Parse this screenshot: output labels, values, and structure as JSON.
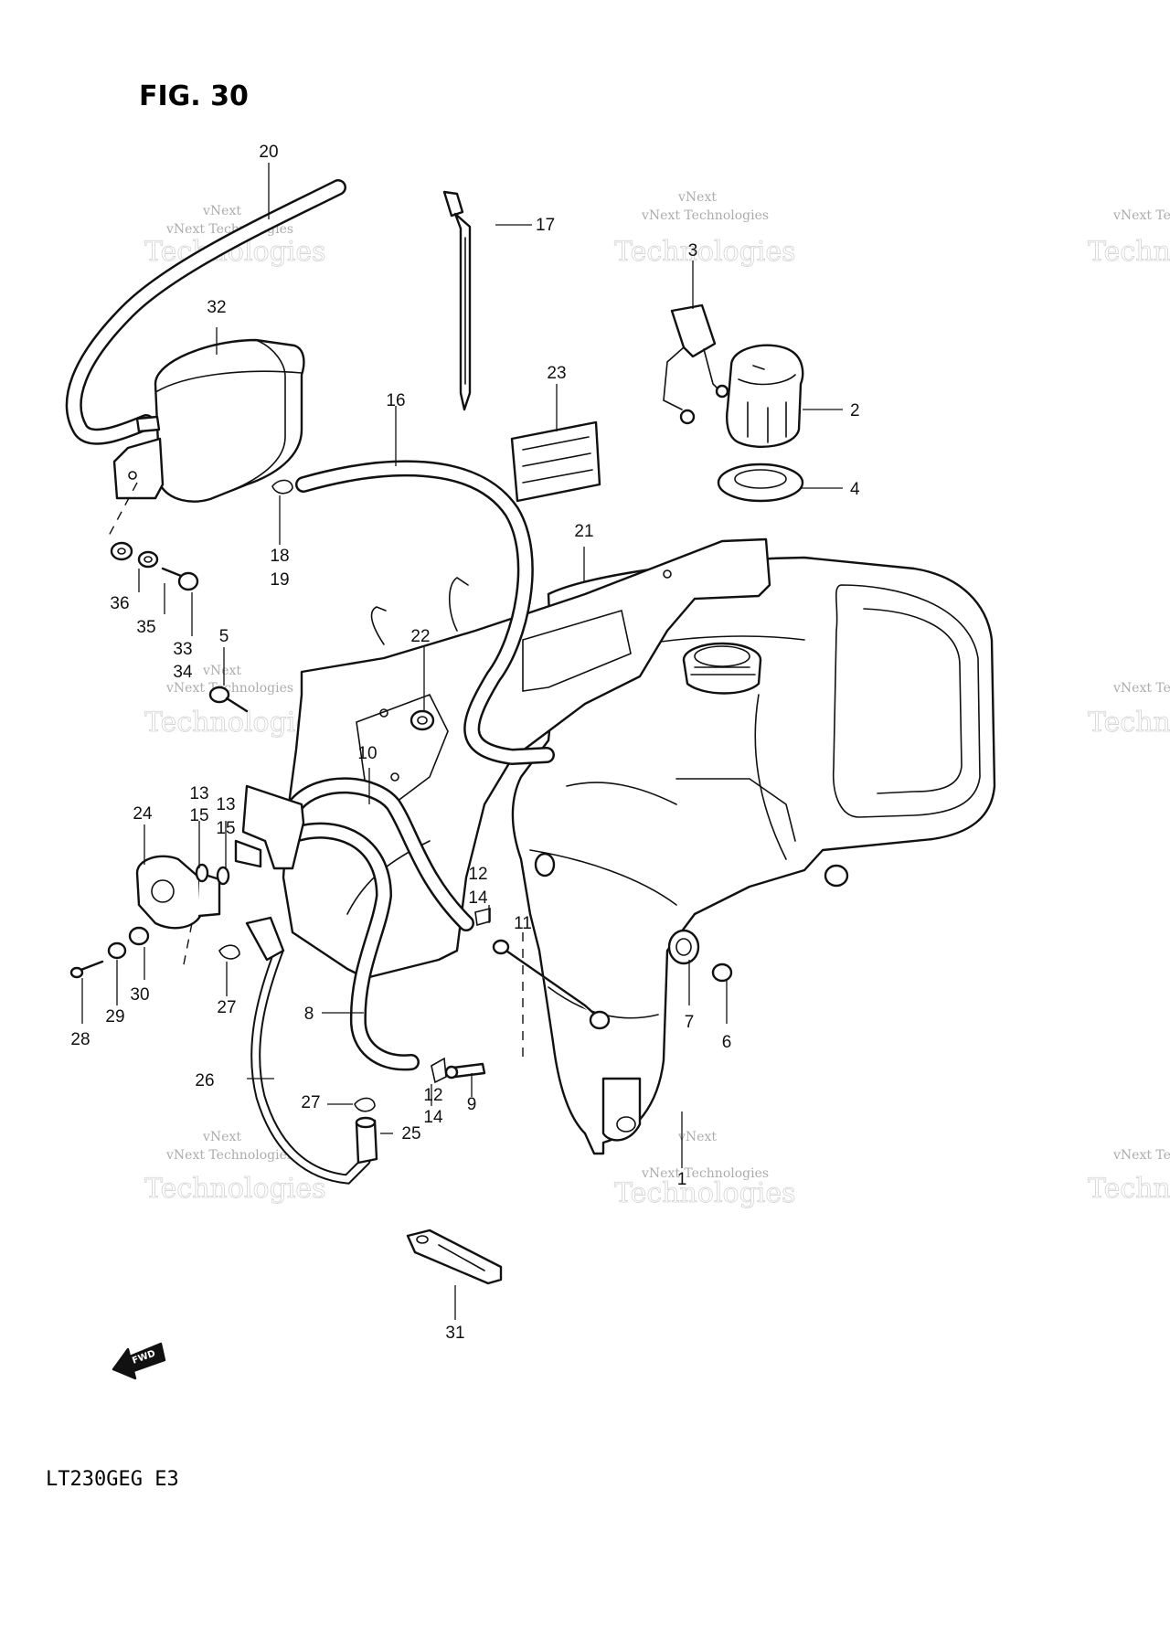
{
  "figure": {
    "title": "FIG. 30",
    "model": "LT230GEG  E3",
    "direction_badge": "FWD"
  },
  "watermark": {
    "line1": "vNext Technologies",
    "line2": "Technologies",
    "top_word": "vNext"
  },
  "callouts": [
    {
      "id": "c20",
      "text": "20"
    },
    {
      "id": "c17",
      "text": "17"
    },
    {
      "id": "c3",
      "text": "3"
    },
    {
      "id": "c32",
      "text": "32"
    },
    {
      "id": "c2",
      "text": "2"
    },
    {
      "id": "c23",
      "text": "23"
    },
    {
      "id": "c16",
      "text": "16"
    },
    {
      "id": "c4",
      "text": "4"
    },
    {
      "id": "c18",
      "text": "18"
    },
    {
      "id": "c19",
      "text": "19"
    },
    {
      "id": "c21",
      "text": "21"
    },
    {
      "id": "c36",
      "text": "36"
    },
    {
      "id": "c35",
      "text": "35"
    },
    {
      "id": "c33",
      "text": "33"
    },
    {
      "id": "c34",
      "text": "34"
    },
    {
      "id": "c5",
      "text": "5"
    },
    {
      "id": "c22",
      "text": "22"
    },
    {
      "id": "c10",
      "text": "10"
    },
    {
      "id": "c13a",
      "text": "13"
    },
    {
      "id": "c15a",
      "text": "15"
    },
    {
      "id": "c13b",
      "text": "13"
    },
    {
      "id": "c15b",
      "text": "15"
    },
    {
      "id": "c24",
      "text": "24"
    },
    {
      "id": "c12a",
      "text": "12"
    },
    {
      "id": "c14a",
      "text": "14"
    },
    {
      "id": "c11",
      "text": "11"
    },
    {
      "id": "c7",
      "text": "7"
    },
    {
      "id": "c6",
      "text": "6"
    },
    {
      "id": "c27a",
      "text": "27"
    },
    {
      "id": "c30",
      "text": "30"
    },
    {
      "id": "c29",
      "text": "29"
    },
    {
      "id": "c28",
      "text": "28"
    },
    {
      "id": "c8",
      "text": "8"
    },
    {
      "id": "c26",
      "text": "26"
    },
    {
      "id": "c12b",
      "text": "12"
    },
    {
      "id": "c14b",
      "text": "14"
    },
    {
      "id": "c9",
      "text": "9"
    },
    {
      "id": "c27b",
      "text": "27"
    },
    {
      "id": "c25",
      "text": "25"
    },
    {
      "id": "c1",
      "text": "1"
    },
    {
      "id": "c31",
      "text": "31"
    }
  ]
}
